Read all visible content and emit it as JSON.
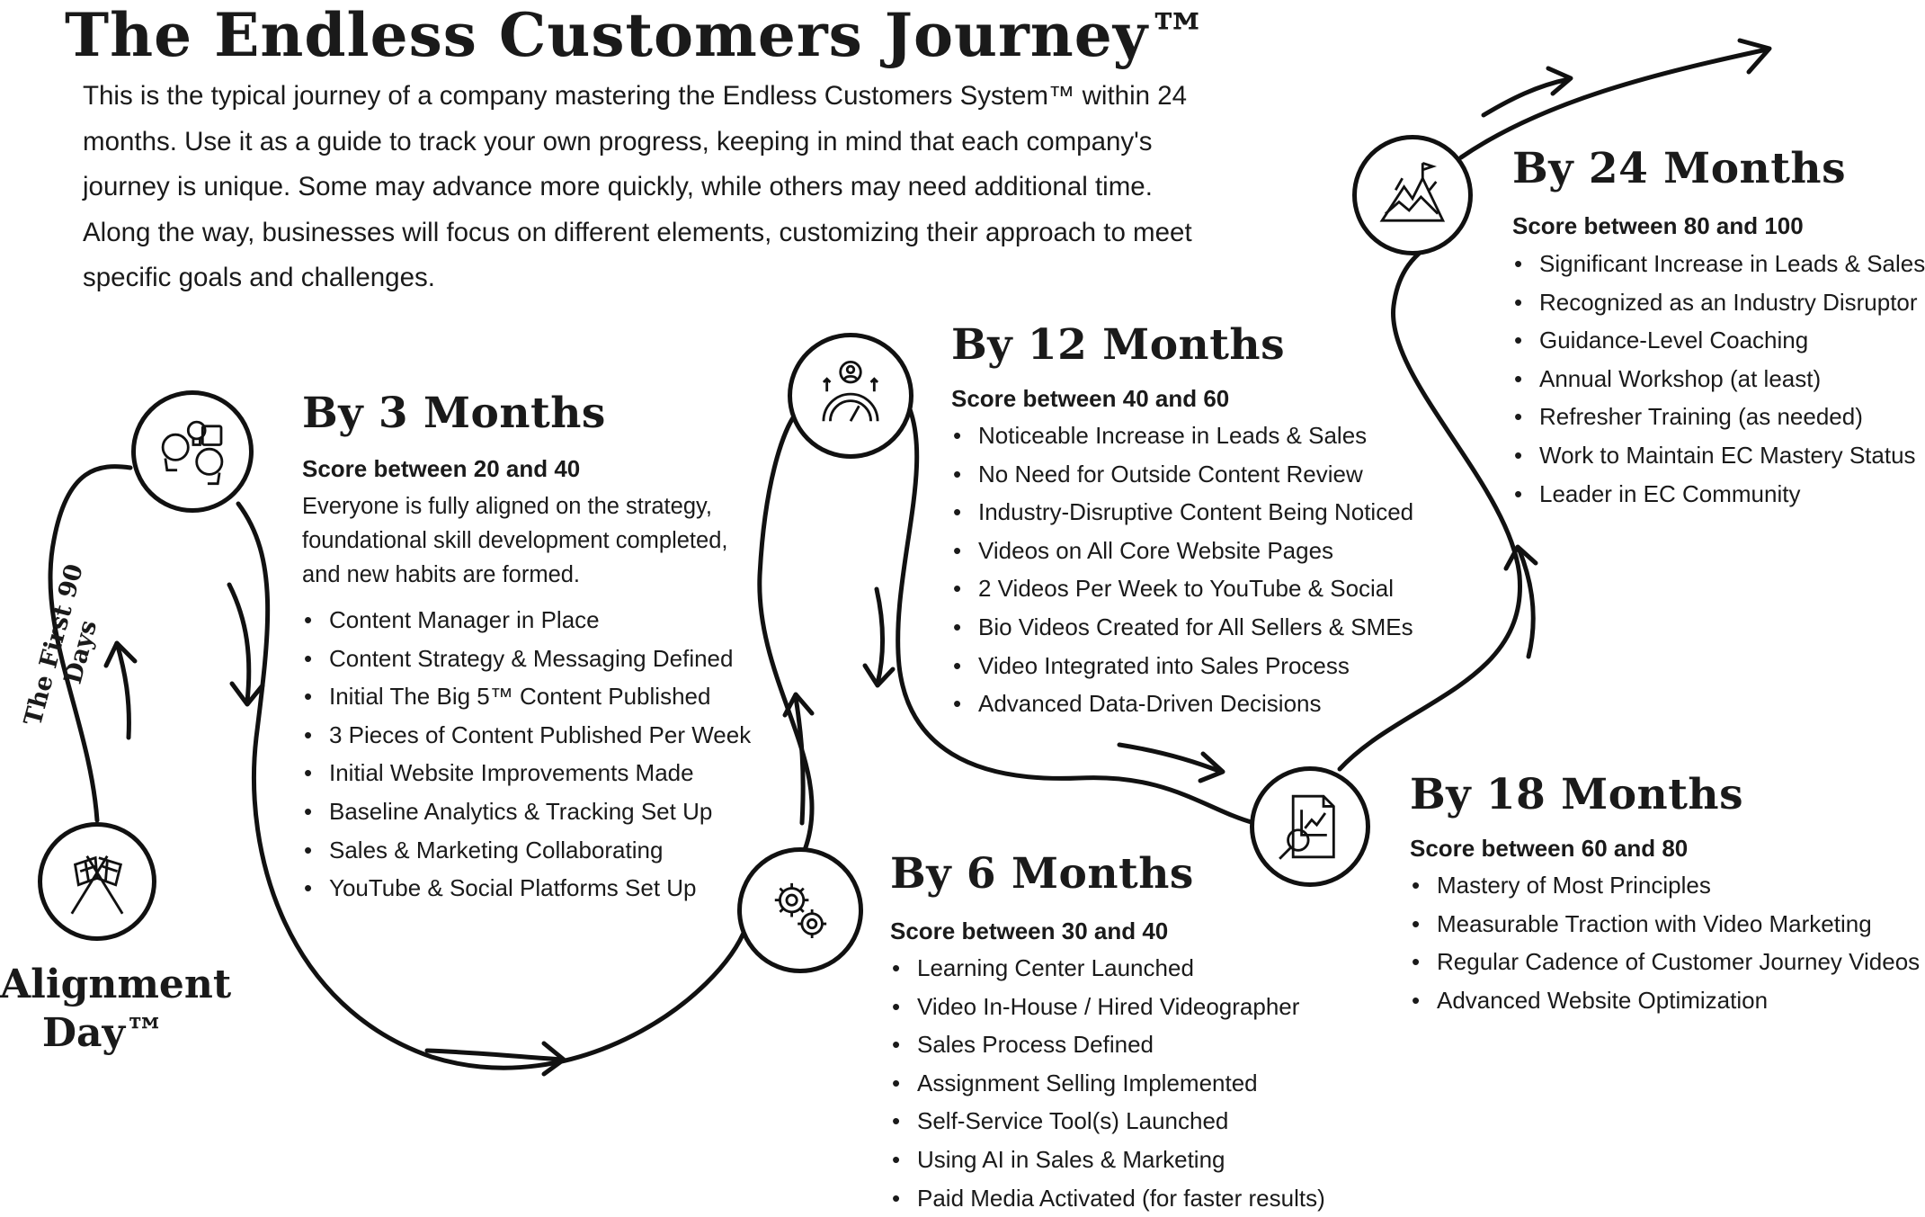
{
  "title": "The Endless Customers Journey™",
  "intro": "This is the typical journey of a company mastering the Endless Customers System™ within 24 months. Use it as a guide to track your own progress, keeping in mind that each company's journey is unique. Some may advance more quickly, while others may need additional time. Along the way, businesses will focus on different elements, customizing their  approach to meet specific goals and challenges.",
  "start": {
    "line1": "Alignment",
    "line2": "Day™",
    "path_label": "The First 90 Days",
    "icon": "crossed-flags-icon"
  },
  "stages": [
    {
      "heading": "By 3 Months",
      "score": "Score between 20 and 40",
      "description": "Everyone is fully aligned on the strategy, foundational skill development completed, and new habits are formed.",
      "icon": "brainstorm-heads-icon",
      "items": [
        "Content Manager in Place",
        "Content Strategy & Messaging Defined",
        "Initial The Big 5™ Content Published",
        "3 Pieces of Content Published Per Week",
        "Initial Website Improvements Made",
        "Baseline Analytics & Tracking Set Up",
        "Sales & Marketing Collaborating",
        "YouTube & Social Platforms Set Up"
      ]
    },
    {
      "heading": "By 6 Months",
      "score": "Score between 30 and 40",
      "icon": "gears-icon",
      "items": [
        "Learning Center Launched",
        "Video In-House / Hired Videographer",
        "Sales Process Defined",
        "Assignment Selling Implemented",
        "Self-Service Tool(s) Launched",
        "Using AI in Sales & Marketing",
        "Paid Media Activated (for faster results)"
      ]
    },
    {
      "heading": "By 12 Months",
      "score": "Score between 40 and 60",
      "icon": "performance-gauge-icon",
      "items": [
        "Noticeable Increase in Leads & Sales",
        "No Need for Outside Content Review",
        "Industry-Disruptive Content Being Noticed",
        "Videos on All Core Website Pages",
        "2 Videos Per Week to YouTube & Social",
        "Bio Videos Created for All Sellers & SMEs",
        "Video Integrated into Sales Process",
        "Advanced Data-Driven Decisions"
      ]
    },
    {
      "heading": "By 18 Months",
      "score": "Score between 60 and 80",
      "icon": "report-magnifier-icon",
      "items": [
        "Mastery of Most Principles",
        "Measurable Traction with Video Marketing",
        "Regular Cadence of Customer Journey Videos",
        "Advanced Website Optimization"
      ]
    },
    {
      "heading": "By 24 Months",
      "score": "Score between 80 and 100",
      "icon": "mountain-peak-flag-icon",
      "items": [
        "Significant Increase in Leads & Sales",
        "Recognized as an Industry Disruptor",
        "Guidance-Level Coaching",
        "Annual Workshop (at least)",
        "Refresher Training (as needed)",
        "Work to Maintain EC Mastery Status",
        "Leader in EC Community"
      ]
    }
  ]
}
